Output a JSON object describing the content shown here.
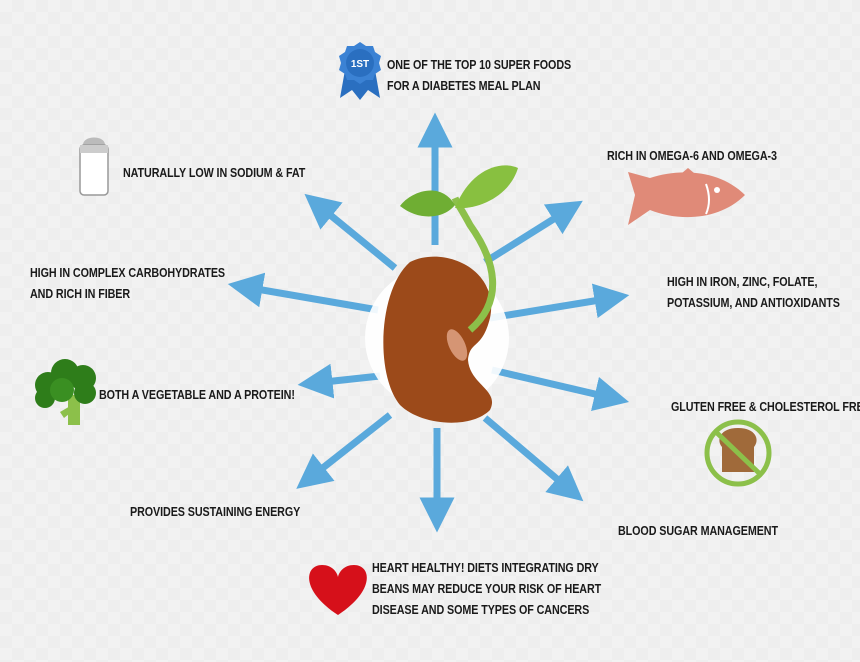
{
  "benefits": {
    "top": {
      "line1": "ONE OF THE TOP 10 SUPER FOODS",
      "line2": "FOR A DIABETES MEAL PLAN",
      "badge": "1ST"
    },
    "sodium": {
      "text": "NATURALLY LOW IN SODIUM & FAT"
    },
    "omega": {
      "text": "RICH IN OMEGA-6 AND OMEGA-3"
    },
    "carbs": {
      "line1": "HIGH IN COMPLEX CARBOHYDRATES",
      "line2": "AND RICH IN FIBER"
    },
    "iron": {
      "line1": "HIGH IN IRON, ZINC, FOLATE,",
      "line2": "POTASSIUM, AND ANTIOXIDANTS"
    },
    "vegetable": {
      "text": "BOTH A VEGETABLE AND A PROTEIN!"
    },
    "gluten": {
      "text": "GLUTEN FREE & CHOLESTEROL FREE"
    },
    "energy": {
      "text": "PROVIDES SUSTAINING ENERGY"
    },
    "blood_sugar": {
      "text": "BLOOD SUGAR MANAGEMENT"
    },
    "heart": {
      "line1": "HEART HEALTHY! DIETS INTEGRATING DRY",
      "line2": "BEANS MAY REDUCE YOUR RISK OF HEART",
      "line3": "DISEASE AND SOME TYPES OF CANCERS"
    }
  },
  "icons": [
    "ribbon-badge-icon",
    "salt-shaker-icon",
    "fish-icon",
    "broccoli-icon",
    "no-bread-icon",
    "heart-icon",
    "bean-sprout-icon"
  ],
  "colors": {
    "arrow": "#5aa9dc",
    "bean": "#9c4a1a",
    "leaf": "#7bb83a",
    "fish": "#e08a78",
    "heart": "#d6101a",
    "badge": "#2a6fc0",
    "no_sign": "#8cc04a"
  }
}
